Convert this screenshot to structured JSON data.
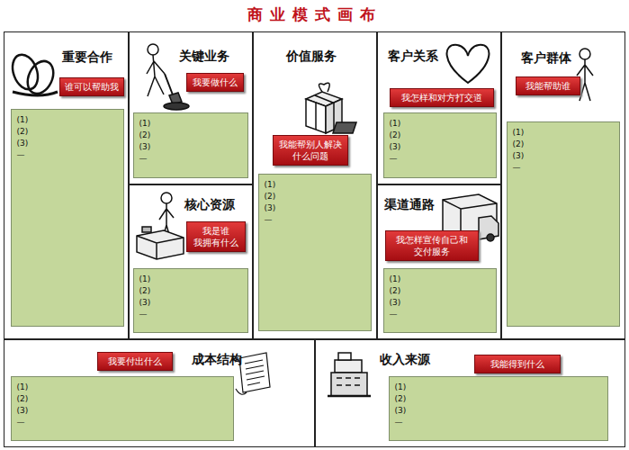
{
  "diagram": {
    "title": "商业模式画布",
    "nodes": [
      {
        "text": [
          "重要合作"
        ]
      },
      {
        "text": [
          "谁可以帮助我"
        ],
        "in": 0
      },
      {
        "text": [
          "(1)",
          "(2)",
          "(3)",
          "—"
        ],
        "in": 0
      },
      {
        "text": [
          "关键业务"
        ]
      },
      {
        "text": [
          "我要做什么"
        ],
        "in": 3
      },
      {
        "text": [
          "(1)",
          "(2)",
          "(3)",
          "—"
        ],
        "in": 3
      },
      {
        "text": [
          "价值服务"
        ]
      },
      {
        "text": [
          "我能帮别人解决 什么问题"
        ],
        "in": 6
      },
      {
        "text": [
          "(1)",
          "(2)",
          "(3)",
          "—"
        ],
        "in": 6
      },
      {
        "text": [
          "客户关系"
        ]
      },
      {
        "text": [
          "我怎样和对方打交道"
        ],
        "in": 9
      },
      {
        "text": [
          "(1)",
          "(2)",
          "(3)",
          "—"
        ],
        "in": 9
      },
      {
        "text": [
          "客户群体"
        ]
      },
      {
        "text": [
          "我能帮助谁"
        ],
        "in": 12
      },
      {
        "text": [
          "(1)",
          "(2)",
          "(3)",
          "—"
        ],
        "in": 12
      },
      {
        "text": [
          "核心资源"
        ]
      },
      {
        "text": [
          "我是谁 我拥有什么"
        ],
        "in": 15
      },
      {
        "text": [
          "(1)",
          "(2)",
          "(3)",
          "—"
        ],
        "in": 15
      },
      {
        "text": [
          "渠道通路"
        ]
      },
      {
        "text": [
          "我怎样宣传自己和 交付服务"
        ],
        "in": 18
      },
      {
        "text": [
          "(1)",
          "(2)",
          "(3)",
          "—"
        ],
        "in": 18
      },
      {
        "text": [
          "成本结构"
        ]
      },
      {
        "text": [
          "我要付出什么"
        ],
        "in": 21
      },
      {
        "text": [
          "(1)",
          "(2)",
          "(3)",
          "—"
        ],
        "in": 21
      },
      {
        "text": [
          "收入来源"
        ]
      },
      {
        "text": [
          "我能得到什么"
        ],
        "in": 24
      },
      {
        "text": [
          "(1)",
          "(2)",
          "(3)",
          "—"
        ],
        "in": 24
      }
    ]
  }
}
